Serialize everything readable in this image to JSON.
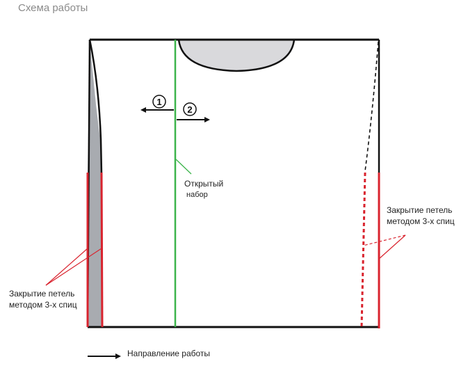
{
  "title": "Схема работы",
  "marker_1": "1",
  "marker_2": "2",
  "open_cast_on": [
    "Открытый",
    "набор"
  ],
  "left_note": [
    "Закрытие петель",
    "методом 3-х спиц"
  ],
  "right_note": [
    "Закрытие петель",
    "методом 3-х спиц"
  ],
  "legend_direction": "Направление работы",
  "colors": {
    "outline": "#111111",
    "center_line": "#3cb44b",
    "bind_off": "#d9232e",
    "neckline_fill": "#d9d9dc",
    "side_fill": "#a8abb0"
  }
}
